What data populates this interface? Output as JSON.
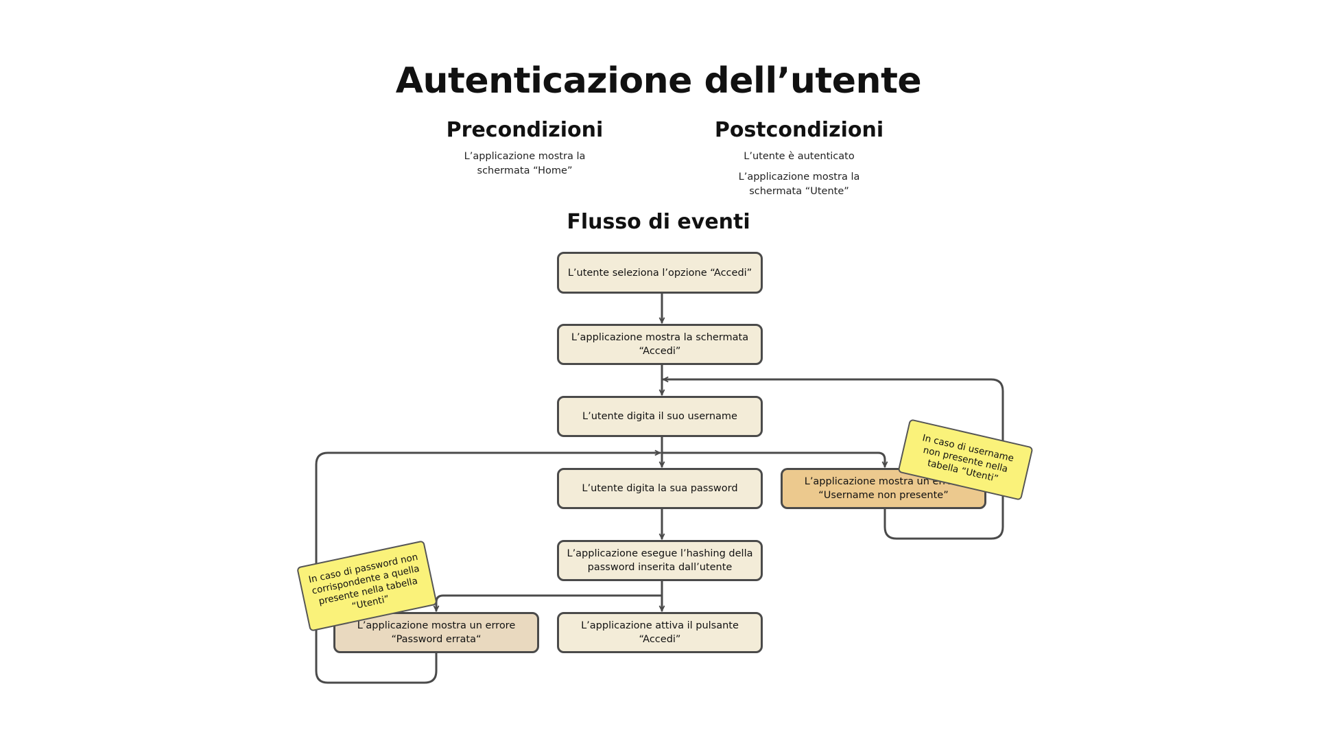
{
  "title": "Autenticazione dell’utente",
  "preconditions": {
    "heading": "Precondizioni",
    "items": [
      "L’applicazione mostra la schermata “Home”"
    ]
  },
  "postconditions": {
    "heading": "Postcondizioni",
    "items": [
      "L’utente  è autenticato",
      "L’applicazione mostra la schermata “Utente”"
    ]
  },
  "flow": {
    "heading": "Flusso di eventi",
    "steps": [
      "L’utente seleziona l’opzione “Accedi”",
      "L’applicazione mostra la schermata “Accedi”",
      "L’utente digita il suo username",
      "L’utente digita la sua password",
      "L’applicazione esegue l’hashing della password inserita dall’utente",
      "L’applicazione attiva il pulsante “Accedi”"
    ],
    "errors": {
      "username": "L’applicazione mostra un errore “Username non presente”",
      "password": "L’applicazione mostra un errore “Password errata“"
    },
    "notes": {
      "username": "In caso di username non presente nella tabella “Utenti”",
      "password": "In caso di password non corrispondente a quella presente nella tabella “Utenti”"
    }
  },
  "colors": {
    "step_fill": "#f3ecd8",
    "username_error_fill": "#ecc98e",
    "password_error_fill": "#e9d9bf",
    "note_fill": "#faf27a",
    "stroke": "#4a4a4a"
  }
}
